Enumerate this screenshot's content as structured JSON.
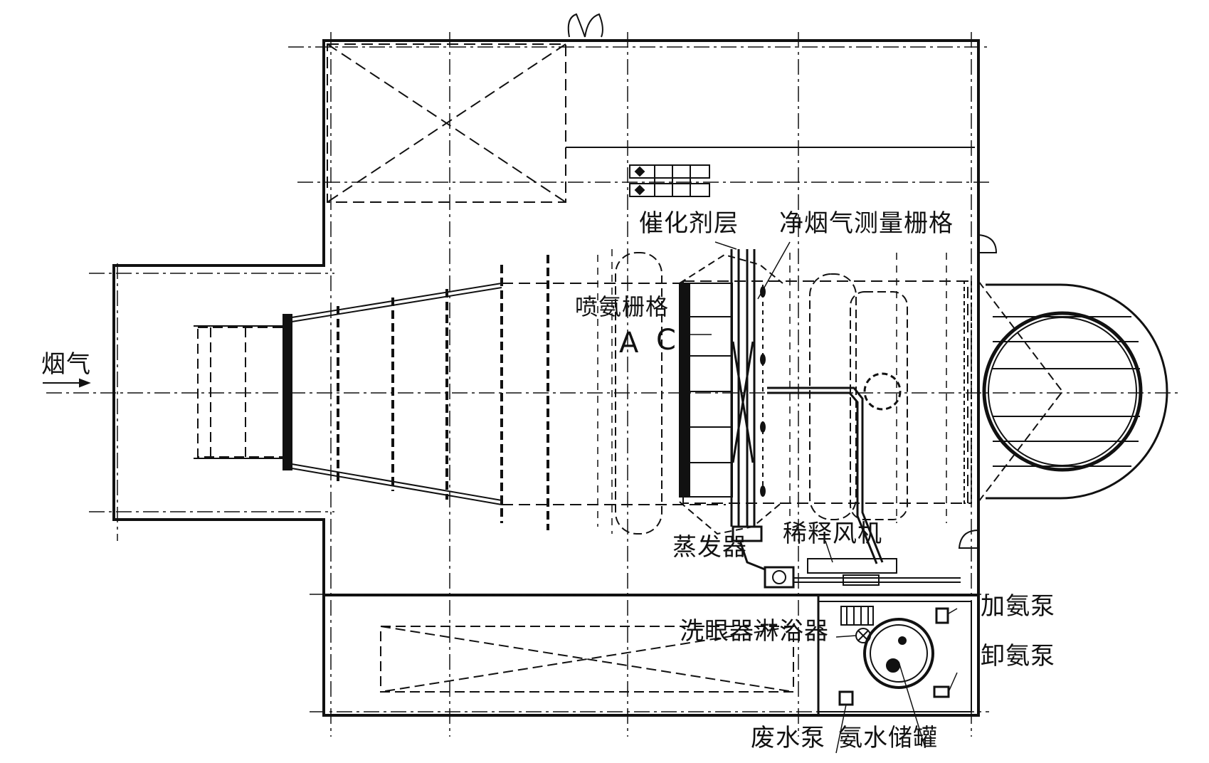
{
  "labels": {
    "flue_gas": "烟气",
    "catalyst_layer": "催化剂层",
    "clean_gas_grid": "净烟气测量栅格",
    "ammonia_grid": "喷氨栅格",
    "evaporator": "蒸发器",
    "dilution_fan": "稀释风机",
    "eyewash": "洗眼器淋浴器",
    "add_pump": "加氨泵",
    "unload_pump": "卸氨泵",
    "waste_pump": "废水泵",
    "ammonia_tank": "氨水储罐",
    "letter_a": "A",
    "letter_c": "C"
  },
  "colors": {
    "ink": "#111111",
    "background": "#ffffff"
  }
}
